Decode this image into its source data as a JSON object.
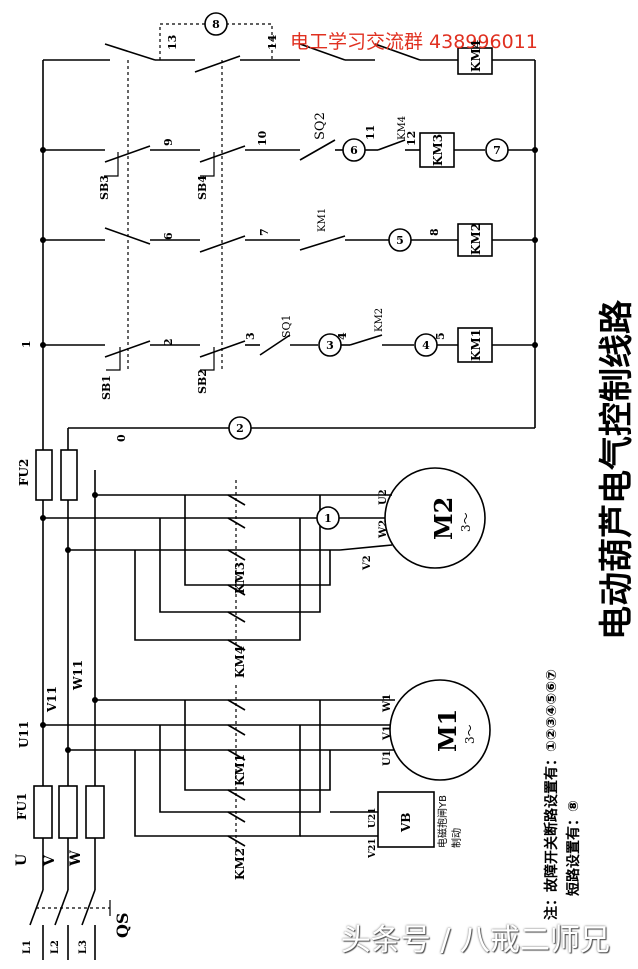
{
  "header_watermark": {
    "text": "电工学习交流群  438996011",
    "color": "#e03020"
  },
  "footer_watermark": "头条号 / 八戒二师兄",
  "title": "电动葫芦电气控制线路",
  "note": {
    "line1": "注：故障开关断路设置有：①②③④⑤⑥⑦",
    "line2": "短路设置有：⑧"
  },
  "supply": {
    "phases": [
      "L1",
      "L2",
      "L3"
    ],
    "switch": "QS",
    "lines": [
      "U",
      "V",
      "W"
    ],
    "main_fuse": "FU1",
    "ctrl_fuse": "FU2",
    "buses": [
      "U11",
      "V11",
      "W11"
    ]
  },
  "motors": {
    "m1": {
      "name": "M1",
      "rating": "3～",
      "terms": [
        "W1",
        "V1",
        "U1"
      ]
    },
    "m2": {
      "name": "M2",
      "rating": "3～",
      "terms": [
        "U2",
        "W2",
        "V2"
      ]
    }
  },
  "brake": {
    "name": "YB",
    "label": "VB",
    "desc1": "电磁抱闸YB",
    "desc2": "制动",
    "terms": [
      "U21",
      "V21"
    ]
  },
  "contactors": [
    "KM1",
    "KM2",
    "KM3",
    "KM4"
  ],
  "pushbuttons": [
    "SB1",
    "SB2",
    "SB3",
    "SB4"
  ],
  "limit_switches": [
    "SQ1",
    "SQ2"
  ],
  "node_numbers": [
    "0",
    "1",
    "2",
    "3",
    "4",
    "5",
    "6",
    "7",
    "8",
    "9",
    "10",
    "11",
    "12",
    "13",
    "14"
  ],
  "fault_markers": [
    "1",
    "2",
    "3",
    "4",
    "5",
    "6",
    "7",
    "8"
  ]
}
